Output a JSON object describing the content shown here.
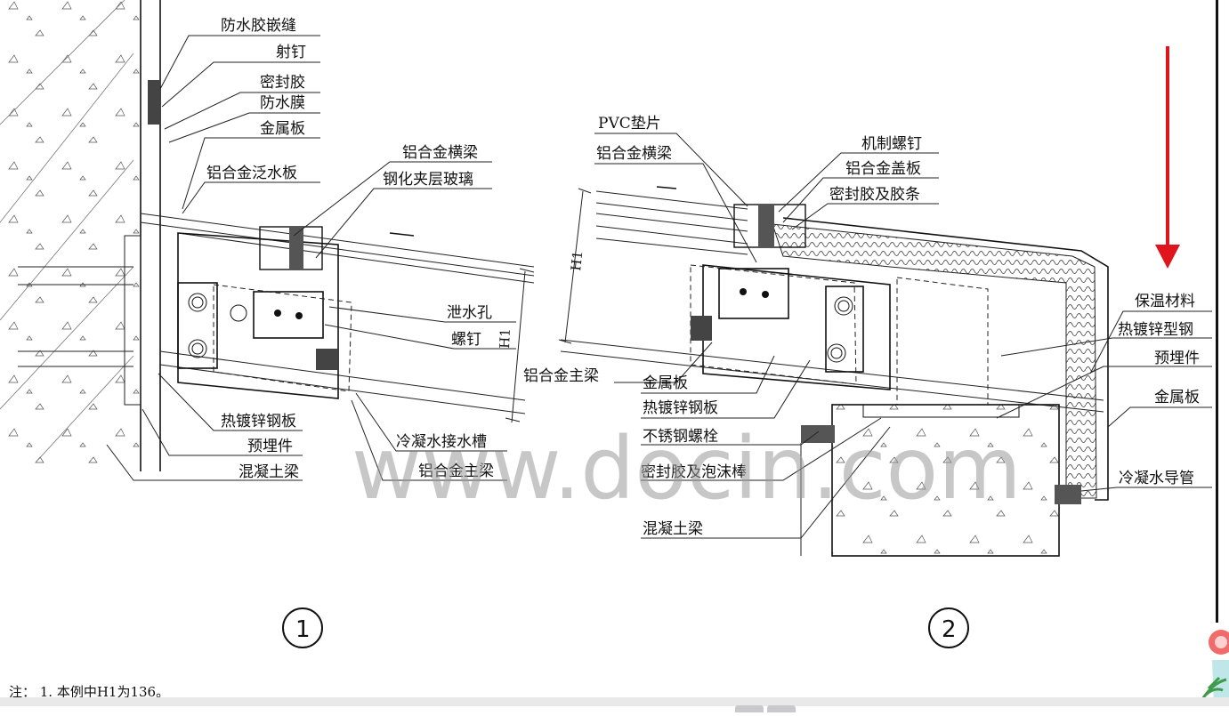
{
  "diagram": {
    "left_labels": {
      "l1": "防水胶嵌缝",
      "l2": "射钉",
      "l3": "密封胶",
      "l4": "防水膜",
      "l5": "金属板",
      "l6": "铝合金泛水板",
      "l7": "铝合金横梁",
      "l8": "钢化夹层玻璃",
      "l9": "泄水孔",
      "l10": "螺钉",
      "l11": "热镀锌钢板",
      "l12": "预埋件",
      "l13": "混凝土梁",
      "l14": "冷凝水接水槽",
      "l15": "铝合金主梁"
    },
    "right_labels": {
      "r1": "PVC垫片",
      "r2": "铝合金横梁",
      "r3": "机制螺钉",
      "r4": "铝合金盖板",
      "r5": "密封胶及胶条",
      "r6": "铝合金主梁",
      "r7": "金属板",
      "r8": "热镀锌钢板",
      "r9": "不锈钢螺栓",
      "r10": "密封胶及泡沫棒",
      "r11": "混凝土梁",
      "r12": "保温材料",
      "r13": "热镀锌型钢",
      "r14": "预埋件",
      "r15": "金属板",
      "r16": "冷凝水导管"
    },
    "dim_left": "H1",
    "dim_right": "H1",
    "detail_1": "1",
    "detail_2": "2",
    "note": "注：  1. 本例中H1为136。",
    "watermark": "www.docin.com"
  },
  "colors": {
    "arrow": "#e0141c",
    "line": "#222222",
    "watermark": "#9a9a9a"
  },
  "icons": {
    "down_arrow": "red-down-arrow-icon",
    "side_widget": "floating-assistant-icon"
  }
}
